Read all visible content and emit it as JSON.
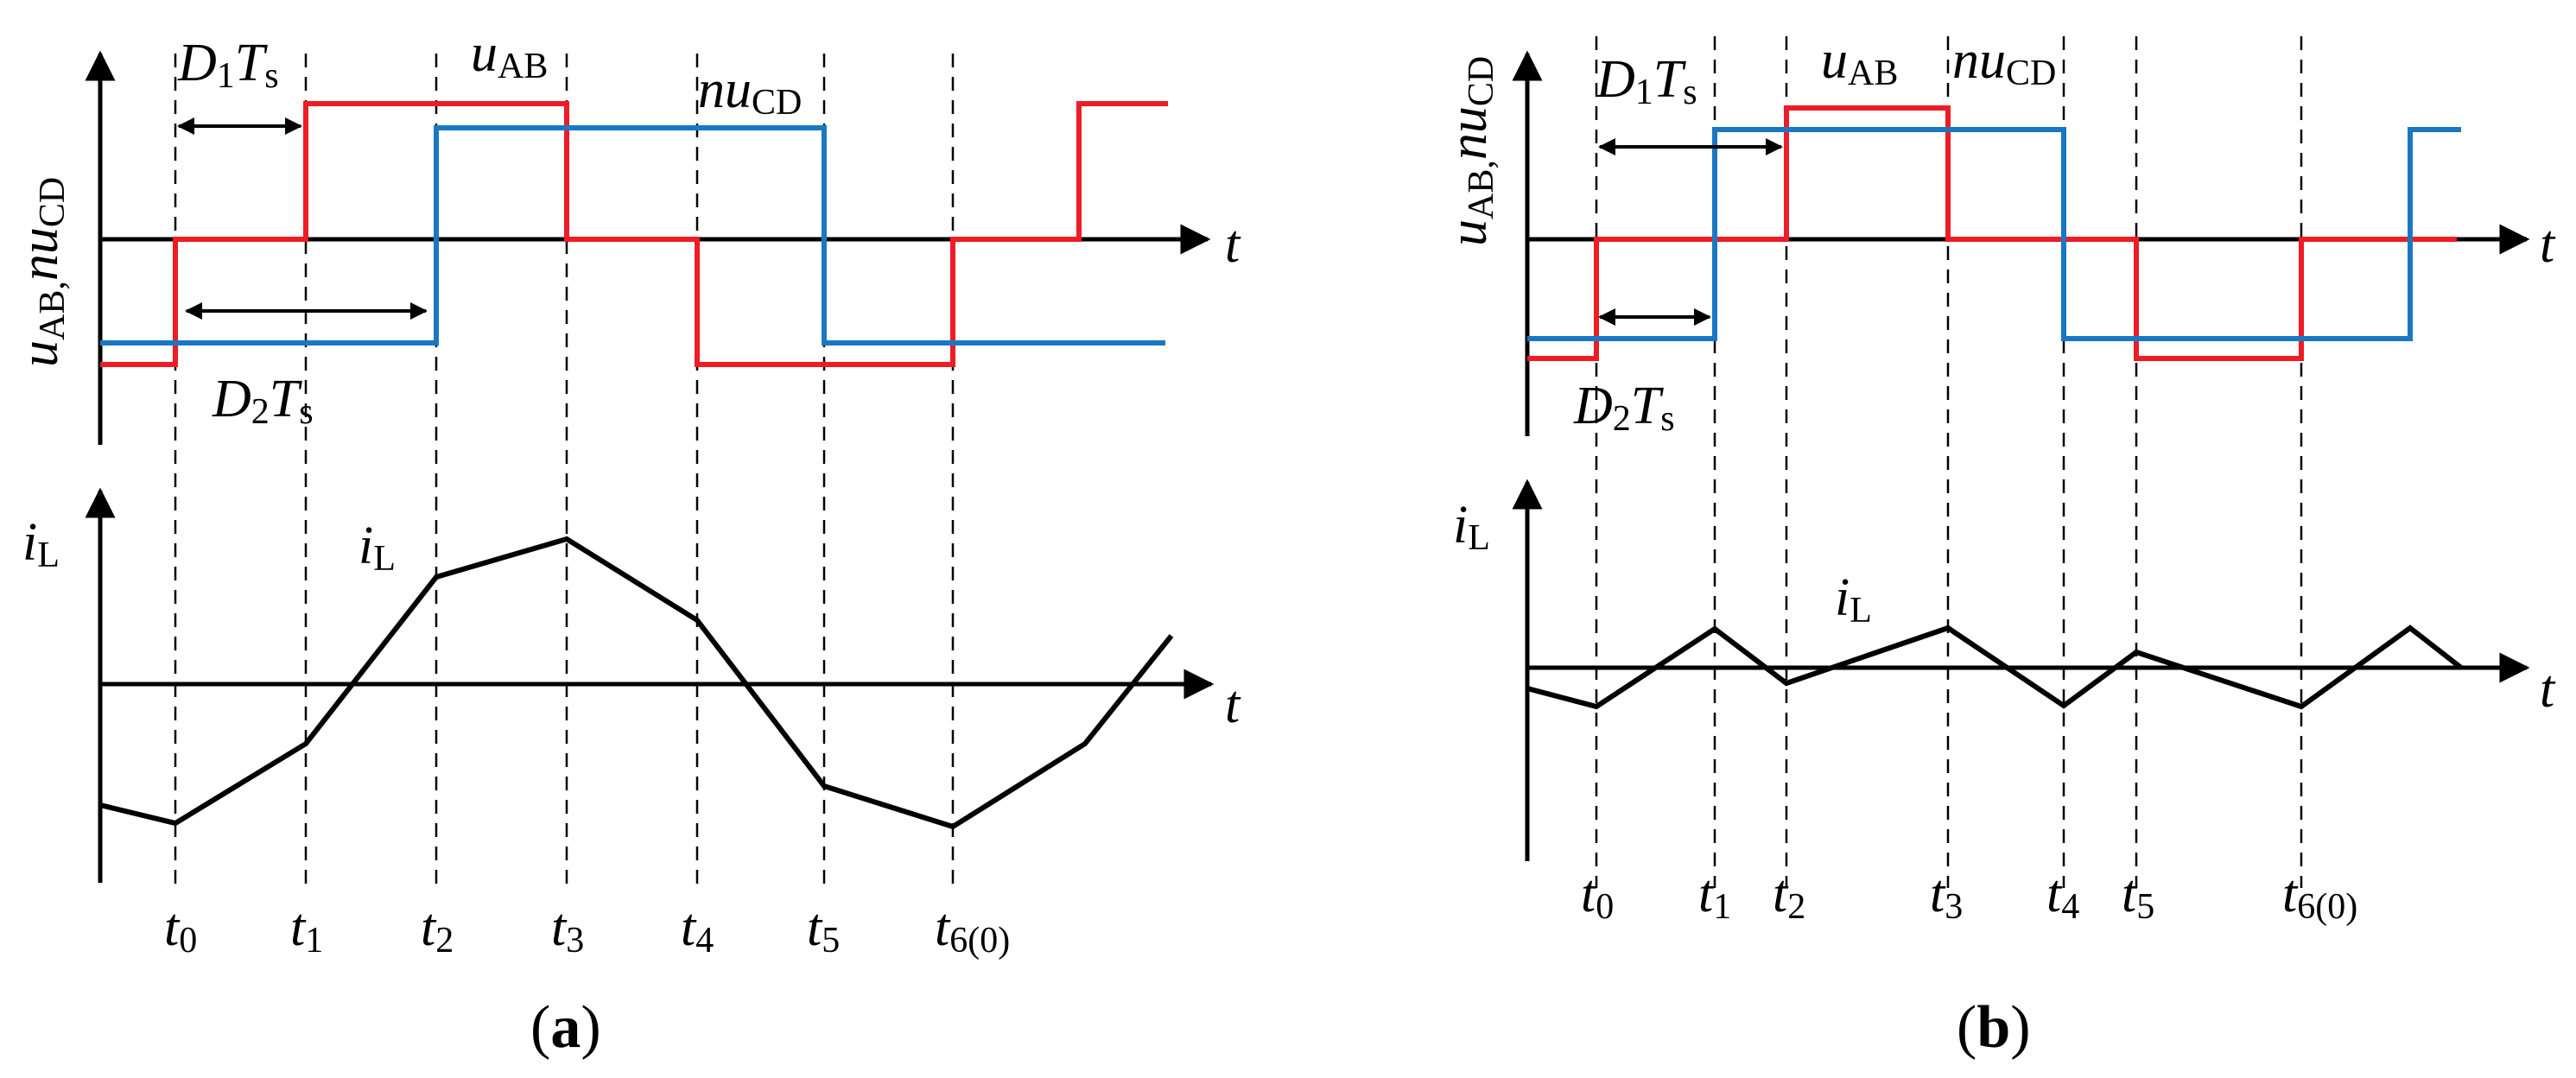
{
  "colors": {
    "uAB": "#ee1c25",
    "nuCD": "#1a78c2",
    "iL": "#000000",
    "axis": "#000000"
  },
  "labels": {
    "axis_t": "t",
    "ylabel_u_main_1": "u",
    "ylabel_u_sub_1": "AB,",
    "ylabel_u_main_2": "nu",
    "ylabel_u_sub_2": "CD",
    "ylabel_i_main": "i",
    "ylabel_i_sub": "L",
    "uAB_main": "u",
    "uAB_sub": "AB",
    "nuCD_main": "nu",
    "nuCD_sub": "CD",
    "iL_main": "i",
    "iL_sub": "L",
    "D1_main": "D",
    "D1_sub": "1",
    "D2_main": "D",
    "D2_sub": "2",
    "Ts_main": "T",
    "Ts_sub": "s",
    "t_main": "t",
    "t_subs": [
      "0",
      "1",
      "2",
      "3",
      "4",
      "5",
      "6(0)"
    ]
  },
  "panels": [
    {
      "id": "a",
      "caption_open": "(",
      "caption_letter": "a",
      "caption_close": ")"
    },
    {
      "id": "b",
      "caption_open": "(",
      "caption_letter": "b",
      "caption_close": ")"
    }
  ]
}
